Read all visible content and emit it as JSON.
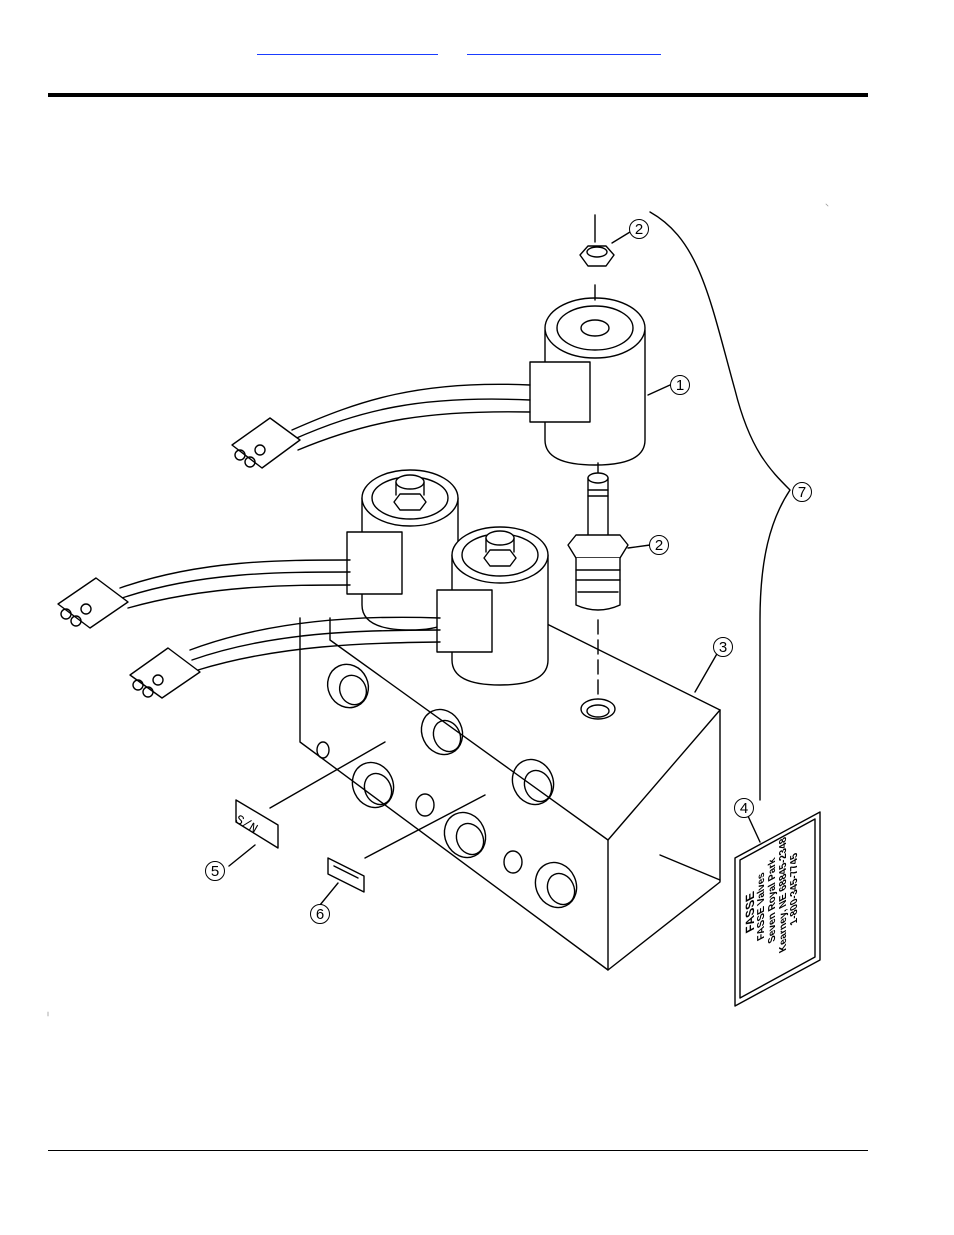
{
  "header": {
    "link_1": "",
    "link_2": ""
  },
  "callouts": [
    {
      "number": "1"
    },
    {
      "number": "2"
    },
    {
      "number": "2"
    },
    {
      "number": "3"
    },
    {
      "number": "4"
    },
    {
      "number": "5"
    },
    {
      "number": "6"
    },
    {
      "number": "7"
    }
  ],
  "decals": {
    "serial_plate": "S/N",
    "valve_decal": {
      "brand": "FASSE",
      "line_1": "FASSE Valves",
      "line_2": "Seven Royal Park",
      "line_3": "Kearney, NE 68845-2348",
      "line_4": "1-800-345-7745"
    }
  }
}
